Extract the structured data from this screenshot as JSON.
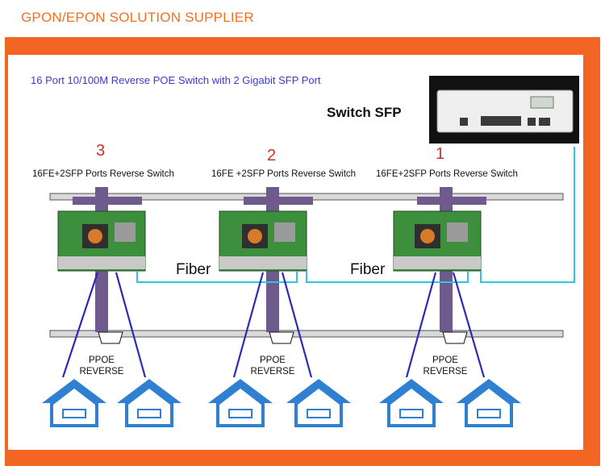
{
  "header": {
    "title": "GPON/EPON SOLUTION SUPPLIER"
  },
  "diagram": {
    "title": "16 Port 10/100M Reverse POE Switch with 2 Gigabit SFP Port",
    "uplink_label": "Switch SFP",
    "nodes": [
      {
        "number": "3",
        "label": "16FE+2SFP Ports Reverse  Switch"
      },
      {
        "number": "2",
        "label": "16FE +2SFP Ports Reverse  Switch"
      },
      {
        "number": "1",
        "label": "16FE+2SFP Ports Reverse  Switch"
      }
    ],
    "links": [
      {
        "label": "Fiber"
      },
      {
        "label": "Fiber"
      }
    ],
    "ppoe": [
      {
        "line1": "PPOE",
        "line2": "REVERSE"
      },
      {
        "line1": "PPOE",
        "line2": "REVERSE"
      },
      {
        "line1": "PPOE",
        "line2": "REVERSE"
      }
    ]
  },
  "colors": {
    "accent": "#f26522",
    "title_blue": "#3b3bd1",
    "number_red": "#c8332b",
    "fiber_cyan": "#2ec6e6",
    "drop_blue": "#2a2ab8",
    "pole": "#6e5a8c",
    "house_blue": "#2f80d0"
  }
}
